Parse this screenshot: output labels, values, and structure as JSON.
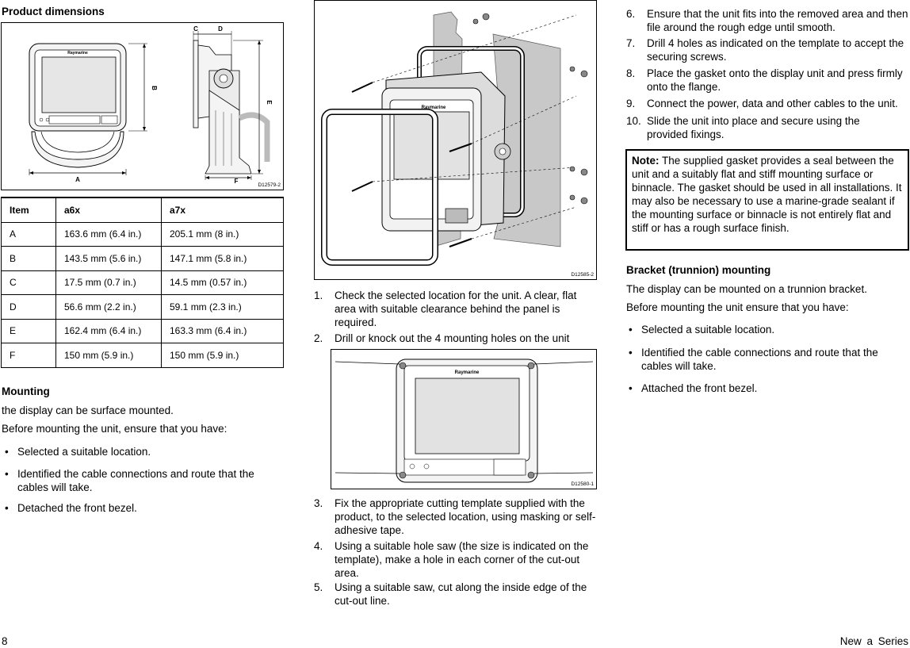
{
  "left": {
    "product_dimensions_heading": "Product dimensions",
    "figure1": {
      "id": "D12579-2",
      "brand": "Raymarine",
      "labels": [
        "A",
        "B",
        "C",
        "D",
        "E",
        "F"
      ]
    },
    "table": {
      "headers": [
        "Item",
        "a6x",
        "a7x"
      ],
      "rows": [
        [
          "A",
          "163.6 mm (6.4 in.)",
          "205.1 mm (8 in.)"
        ],
        [
          "B",
          "143.5 mm (5.6 in.)",
          "147.1 mm (5.8 in.)"
        ],
        [
          "C",
          "17.5 mm (0.7 in.)",
          "14.5 mm (0.57 in.)"
        ],
        [
          "D",
          "56.6 mm (2.2 in.)",
          "59.1 mm (2.3 in.)"
        ],
        [
          "E",
          "162.4 mm (6.4 in.)",
          "163.3 mm (6.4 in.)"
        ],
        [
          "F",
          "150 mm (5.9 in.)",
          "150 mm (5.9 in.)"
        ]
      ]
    },
    "mounting_heading": "Mounting",
    "mounting_p1": "the display can be surface mounted.",
    "mounting_p2": "Before mounting the unit, ensure that you have:",
    "bullets": [
      "Selected a suitable location.",
      "Identified the cable connections and route that the cables will take.",
      "Detached the front bezel."
    ]
  },
  "middle": {
    "figure2": {
      "id": "D12585-2",
      "brand": "Raymarine"
    },
    "steps_a": [
      {
        "n": "1.",
        "text": "Check the selected location for the unit.  A clear, flat area with suitable clearance behind the panel is required."
      },
      {
        "n": "2.",
        "text": "Drill or knock out the 4 mounting holes on the unit"
      }
    ],
    "figure3": {
      "id": "D12580-1",
      "brand": "Raymarine"
    },
    "steps_b": [
      {
        "n": "3.",
        "text": "Fix the appropriate cutting template supplied with the product, to the selected location, using masking or self-adhesive tape."
      },
      {
        "n": "4.",
        "text": "Using a suitable hole saw (the size is indicated on the template), make a hole in each corner of the cut-out area."
      },
      {
        "n": "5.",
        "text": "Using a suitable saw, cut along the inside edge of the cut-out line."
      }
    ]
  },
  "right": {
    "steps": [
      {
        "n": "6.",
        "text": "Ensure that the unit fits into the removed area and then file around the rough edge until smooth."
      },
      {
        "n": "7.",
        "text": "Drill 4 holes as indicated on the template to accept the securing screws."
      },
      {
        "n": "8.",
        "text": "Place the gasket onto the display unit and press firmly onto the flange."
      },
      {
        "n": "9.",
        "text": "Connect the power, data and other cables to the unit."
      },
      {
        "n": "10.",
        "text": "Slide the unit into place and secure using the provided fixings."
      }
    ],
    "note_label": "Note:",
    "note_text": "The supplied gasket provides a seal between the unit and a suitably flat and stiff mounting surface or binnacle.  The gasket should be used in all installations.  It may also be necessary to use a marine-grade sealant if the mounting surface or binnacle is not entirely flat and stiff or has a rough surface finish.",
    "bracket_heading": "Bracket (trunnion) mounting",
    "bracket_p1": "The display can be mounted on a trunnion bracket.",
    "bracket_p2": "Before mounting the unit ensure that you have:",
    "bullets": [
      "Selected a suitable location.",
      "Identified the cable connections and route that the cables will take.",
      "Attached the front bezel."
    ]
  },
  "footer": {
    "page_number": "8",
    "series": "New a Series"
  }
}
